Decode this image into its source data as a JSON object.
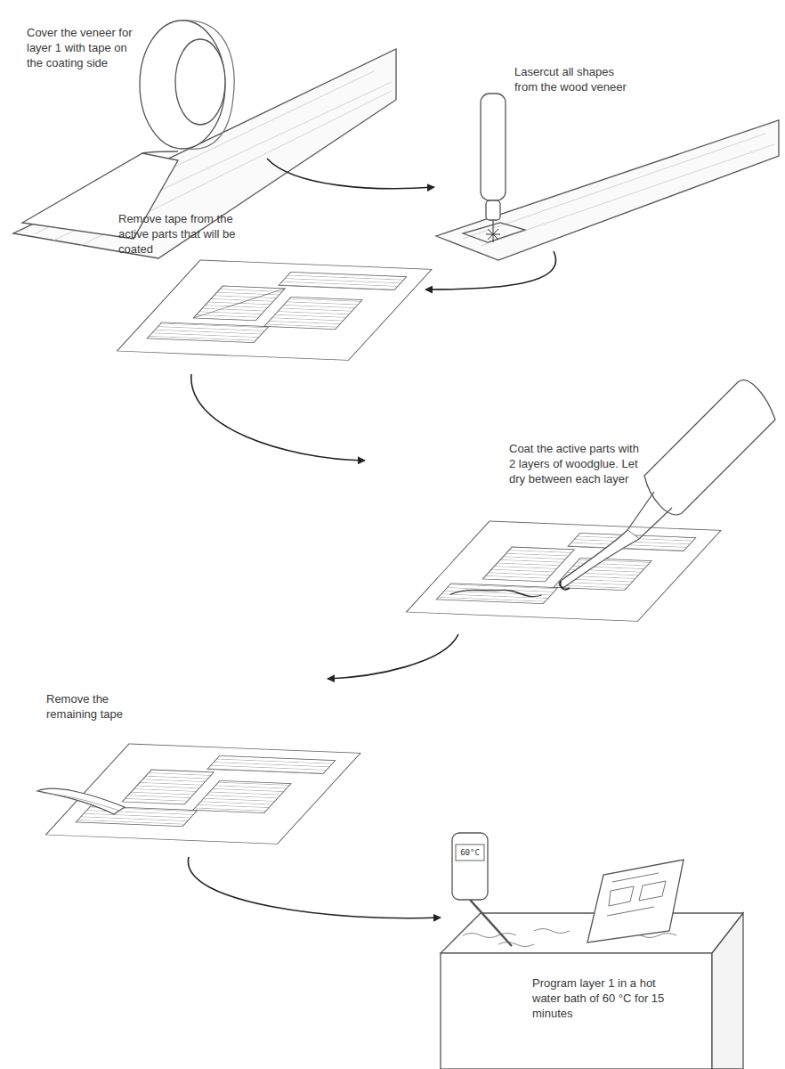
{
  "diagram": {
    "labels": [
      "Cover the veneer for layer 1 with tape on the coating side",
      "Lasercut all shapes from the wood veneer",
      "Remove tape from the active parts that will be coated",
      "Coat the active parts with 2 layers of woodglue. Let dry between each layer",
      "Remove the remaining tape",
      "Program layer 1 in a hot water bath of 60 °C for 15 minutes",
      "60°C"
    ]
  }
}
